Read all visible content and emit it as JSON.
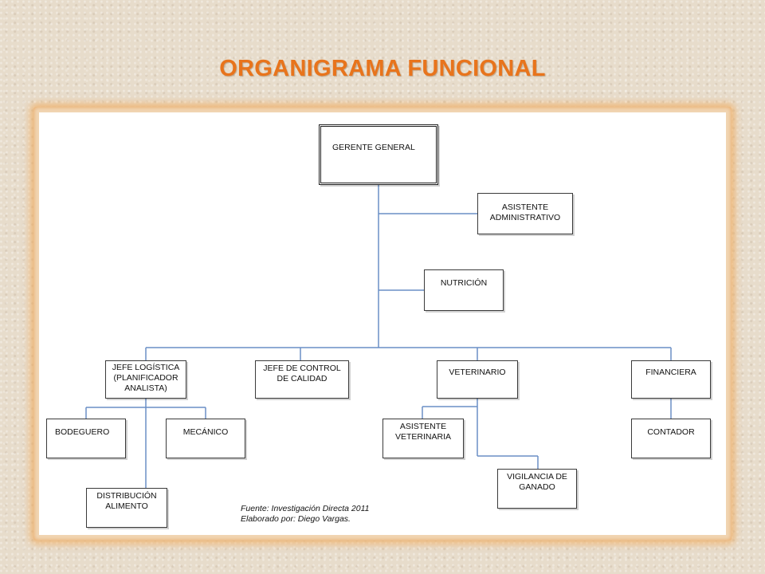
{
  "title": "ORGANIGRAMA FUNCIONAL",
  "colors": {
    "title": "#e8741c",
    "connector": "#6a8fc6",
    "box_border": "#3a3a3a"
  },
  "nodes": {
    "gerente": "GERENTE GENERAL",
    "asistente_admin": "ASISTENTE\nADMINISTRATIVO",
    "nutricion": "NUTRICIÓN",
    "jefe_logistica": "JEFE LOGÍSTICA\n(PLANIFICADOR\nANALISTA)",
    "jefe_control": "JEFE DE CONTROL\nDE CALIDAD",
    "veterinario": "VETERINARIO",
    "financiera": "FINANCIERA",
    "bodeguero": "BODEGUERO",
    "mecanico": "MECÁNICO",
    "asistente_vet": "ASISTENTE\nVETERINARIA",
    "contador": "CONTADOR",
    "distribucion": "DISTRIBUCIÓN\nALIMENTO",
    "vigilancia": "VIGILANCIA DE\nGANADO"
  },
  "edges": [
    [
      "gerente",
      "asistente_admin"
    ],
    [
      "gerente",
      "nutricion"
    ],
    [
      "gerente",
      "jefe_logistica"
    ],
    [
      "gerente",
      "jefe_control"
    ],
    [
      "gerente",
      "veterinario"
    ],
    [
      "gerente",
      "financiera"
    ],
    [
      "jefe_logistica",
      "bodeguero"
    ],
    [
      "jefe_logistica",
      "mecanico"
    ],
    [
      "jefe_logistica",
      "distribucion"
    ],
    [
      "veterinario",
      "asistente_vet"
    ],
    [
      "veterinario",
      "vigilancia"
    ],
    [
      "financiera",
      "contador"
    ]
  ],
  "source": {
    "line1": "Fuente: Investigación Directa 2011",
    "line2": "Elaborado por: Diego Vargas."
  }
}
